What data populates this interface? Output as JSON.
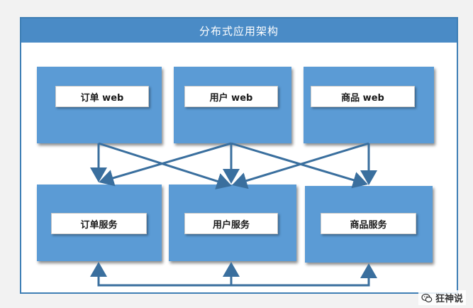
{
  "diagram": {
    "title": "分布式应用架构",
    "web_nodes": [
      {
        "label": "订单 web"
      },
      {
        "label": "用户 web"
      },
      {
        "label": "商品 web"
      }
    ],
    "service_nodes": [
      {
        "label": "订单服务"
      },
      {
        "label": "用户服务"
      },
      {
        "label": "商品服务"
      }
    ]
  },
  "watermark": {
    "text": "狂神说",
    "icon": "wechat-icon"
  },
  "colors": {
    "title_bar": "#4a8bc6",
    "node_fill": "#5b9bd5",
    "arrow": "#3a6f9e",
    "frame_border": "#3f7fb5"
  }
}
